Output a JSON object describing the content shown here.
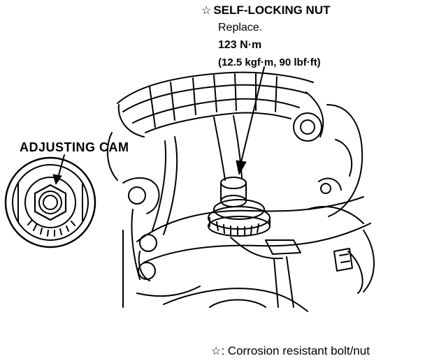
{
  "callout": {
    "star": "☆",
    "title": "SELF-LOCKING NUT",
    "note": "Replace.",
    "torque": "123 N·m",
    "torque_alt": "(12.5 kgf·m, 90 lbf·ft)"
  },
  "adjusting_cam": {
    "label": "ADJUSTING CAM"
  },
  "legend": {
    "symbol": "☆",
    "text": ": Corrosion resistant bolt/nut"
  },
  "colors": {
    "ink": "#000000",
    "paper": "#ffffff"
  }
}
